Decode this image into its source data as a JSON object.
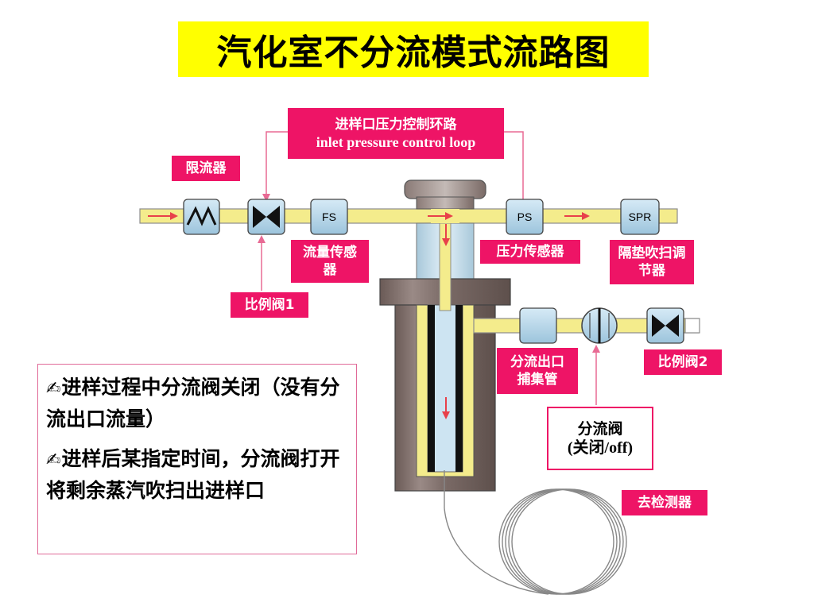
{
  "title": "汽化室不分流模式流路图",
  "labels": {
    "inlet_loop_cn": "进样口压力控制环路",
    "inlet_loop_en": "inlet pressure control loop",
    "restrictor": "限流器",
    "flow_sensor": "流量传感器",
    "pressure_sensor": "压力传感器",
    "septum_purge": "隔垫吹扫调节器",
    "prop_valve_1": "比例阀1",
    "prop_valve_2": "比例阀2",
    "split_trap": "分流出口捕集管",
    "split_valve_cn": "分流阀",
    "split_valve_state": "(关闭/off)",
    "to_detector": "去检测器"
  },
  "components": {
    "fs": "FS",
    "ps": "PS",
    "spr": "SPR"
  },
  "notes": [
    "进样过程中分流阀关闭（没有分流出口流量）",
    "进样后某指定时间，分流阀打开将剩余蒸汽吹扫出进样口"
  ],
  "icons": {
    "note_bullet": "pencil-icon",
    "note_bullet_glyph": "✍"
  },
  "colors": {
    "title_bg": "#ffff00",
    "tag_bg": "#ee1466",
    "tag_text": "#ffffff",
    "gas_line": "#f4ec8c",
    "flow_arrow": "#e8404a",
    "body_dark": "#7a6a66",
    "component": "#b8d8ec"
  }
}
